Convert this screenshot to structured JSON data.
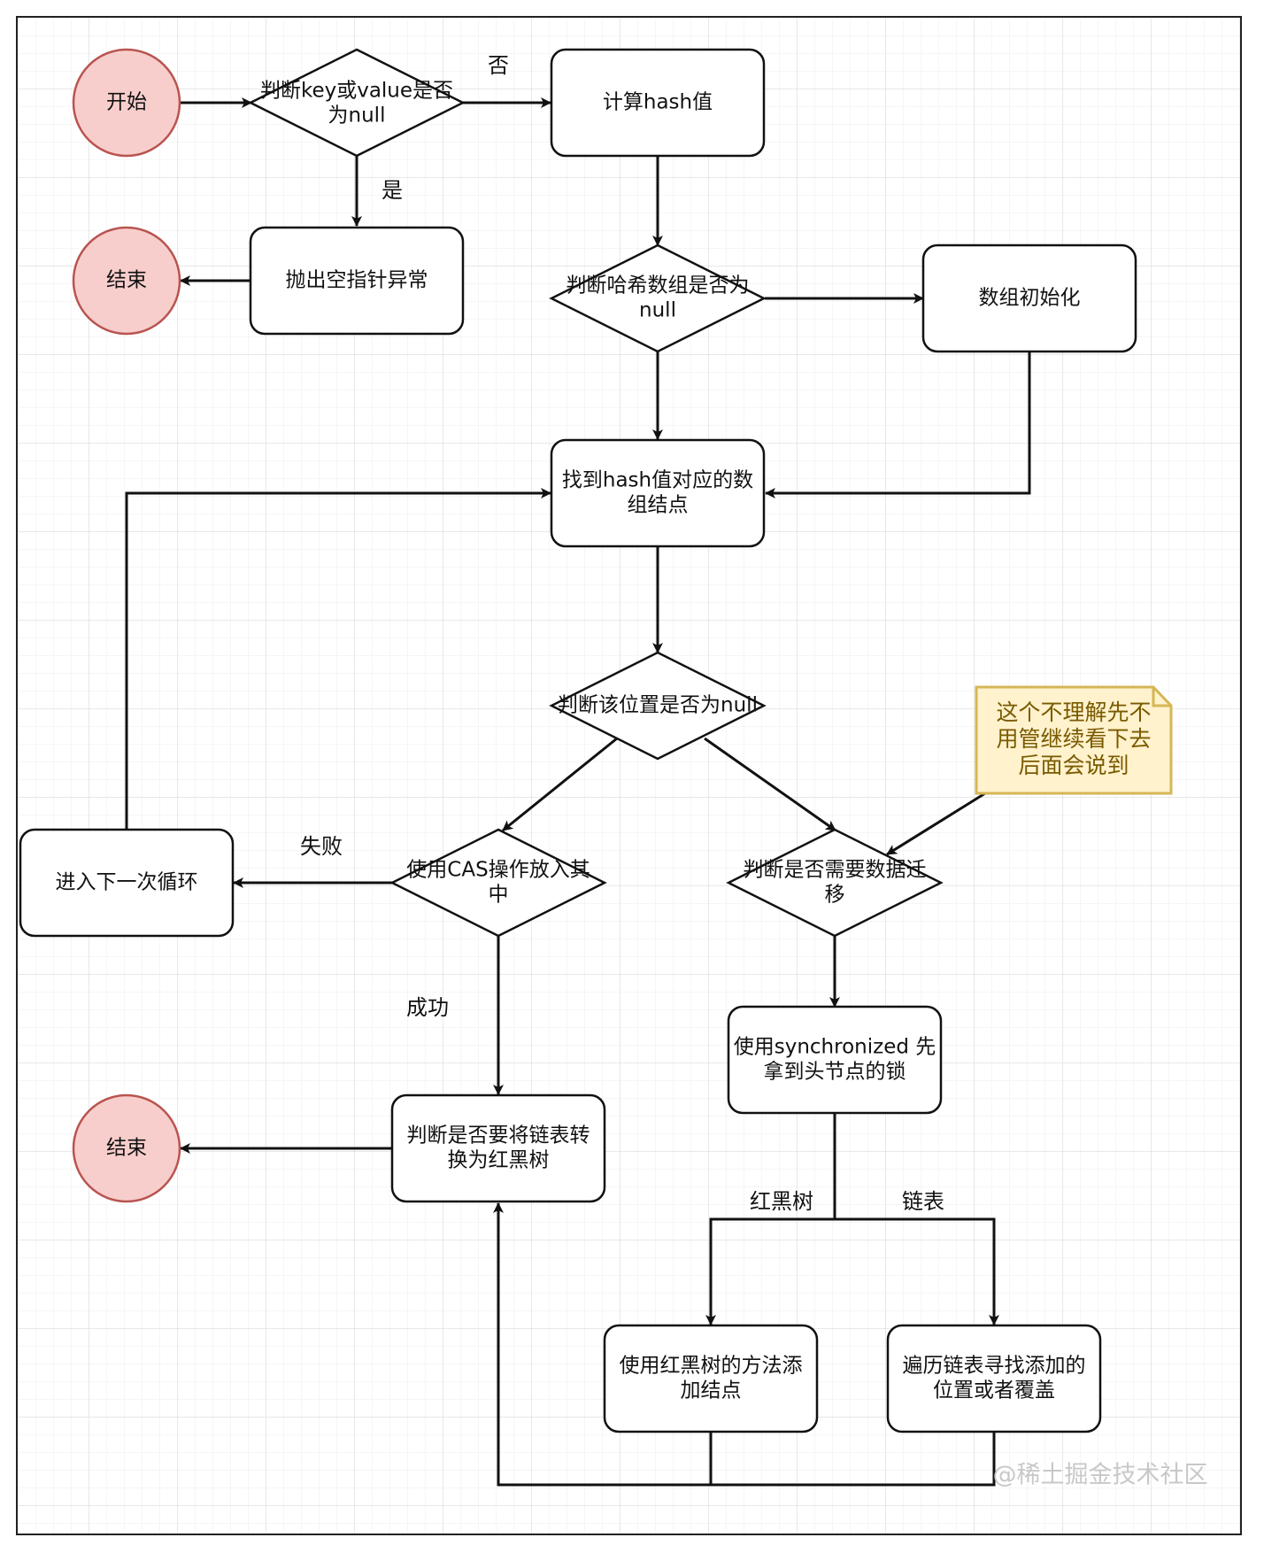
{
  "nodes": {
    "start": "开始",
    "check_key_value_null": [
      "判断key或value是否",
      "为null"
    ],
    "compute_hash": "计算hash值",
    "end_top": "结束",
    "throw_npe": "抛出空指针异常",
    "check_array_null": [
      "判断哈希数组是否为",
      "null"
    ],
    "init_array": "数组初始化",
    "find_bucket": [
      "找到hash值对应的数",
      "组结点"
    ],
    "check_position_null": "判断该位置是否为null",
    "note": [
      "这个不理解先不",
      "用管继续看下去",
      "后面会说到"
    ],
    "next_loop": "进入下一次循环",
    "cas_put": [
      "使用CAS操作放入其",
      "中"
    ],
    "check_migrate": [
      "判断是否需要数据迁",
      "移"
    ],
    "sync_lock": [
      "使用synchronized 先",
      "拿到头节点的锁"
    ],
    "end_bottom": "结束",
    "check_treeify": [
      "判断是否要将链表转",
      "换为红黑树"
    ],
    "tree_add": [
      "使用红黑树的方法添",
      "加结点"
    ],
    "list_traverse": [
      "遍历链表寻找添加的",
      "位置或者覆盖"
    ]
  },
  "edge_labels": {
    "no": "否",
    "yes": "是",
    "fail": "失败",
    "success": "成功",
    "red_black_tree": "红黑树",
    "linked_list": "链表"
  },
  "watermark": "@稀土掘金技术社区",
  "colors": {
    "terminal_fill": "#f8cecc",
    "terminal_stroke": "#b85450",
    "note_fill": "#fff2cc",
    "note_stroke": "#d6b656",
    "line": "#111111",
    "grid": "#e6e6e6"
  }
}
